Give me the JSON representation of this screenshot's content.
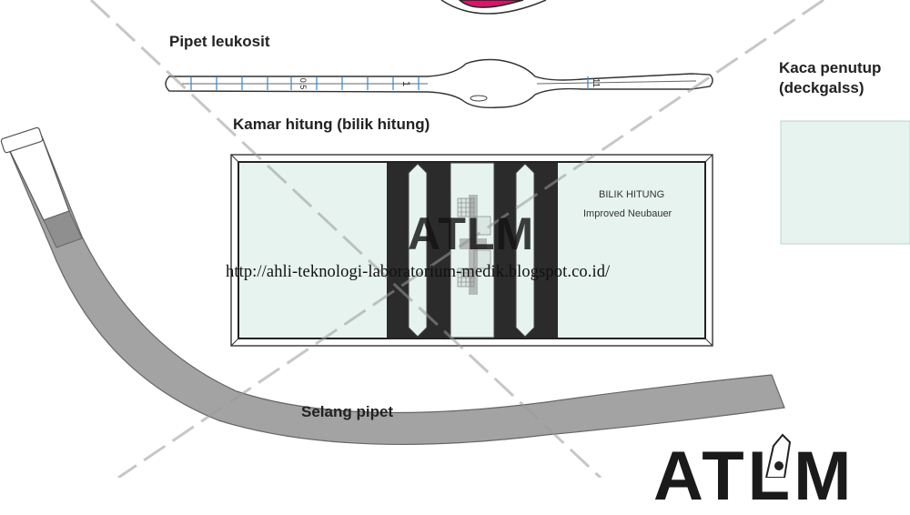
{
  "labels": {
    "pipet_leukosit": "Pipet leukosit",
    "kamar_hitung": "Kamar hitung (bilik hitung)",
    "kaca_penutup_line1": "Kaca penutup",
    "kaca_penutup_line2": "(deckgalss)",
    "selang_pipet": "Selang pipet"
  },
  "pipette": {
    "marks": [
      "0,5",
      "1",
      "11"
    ]
  },
  "chamber": {
    "title": "BILIK HITUNG",
    "subtitle": "Improved Neubauer"
  },
  "watermark": {
    "brand": "ATLM",
    "url": "http://ahli-teknologi-laboratorium-medik.blogspot.co.id/"
  },
  "colors": {
    "glass_tint": "#e6f3ee",
    "tube_gray": "#a3a3a3",
    "scale_blue": "#3a8fd6",
    "chamber_dark": "#2b2b2b",
    "accent_pink": "#e0106c"
  }
}
